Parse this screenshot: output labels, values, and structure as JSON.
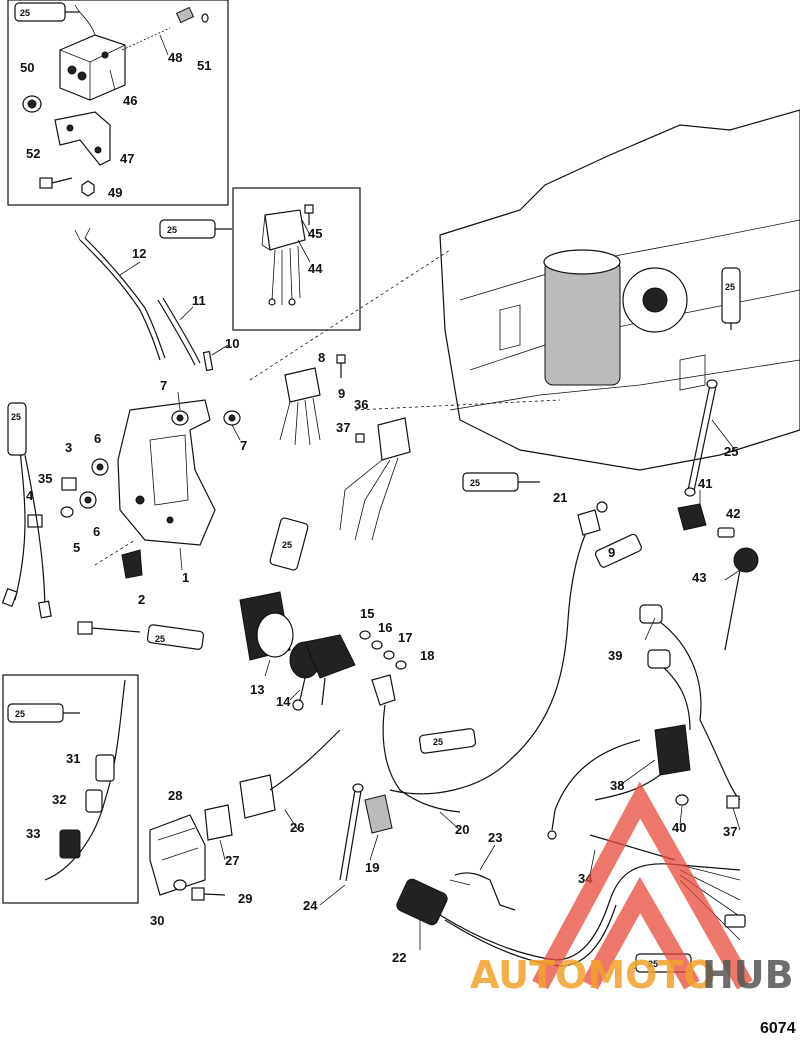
{
  "diagram": {
    "figure_code": "6074",
    "tube_label": "25",
    "callouts": [
      {
        "id": "c25a",
        "text": "25"
      },
      {
        "id": "c48",
        "text": "48"
      },
      {
        "id": "c51",
        "text": "51"
      },
      {
        "id": "c50",
        "text": "50"
      },
      {
        "id": "c46",
        "text": "46"
      },
      {
        "id": "c52",
        "text": "52"
      },
      {
        "id": "c47",
        "text": "47"
      },
      {
        "id": "c49",
        "text": "49"
      },
      {
        "id": "c45",
        "text": "45"
      },
      {
        "id": "c44",
        "text": "44"
      },
      {
        "id": "c12",
        "text": "12"
      },
      {
        "id": "c11",
        "text": "11"
      },
      {
        "id": "c10",
        "text": "10"
      },
      {
        "id": "c8",
        "text": "8"
      },
      {
        "id": "c9",
        "text": "9"
      },
      {
        "id": "c36",
        "text": "36"
      },
      {
        "id": "c37a",
        "text": "37"
      },
      {
        "id": "c7a",
        "text": "7"
      },
      {
        "id": "c7b",
        "text": "7"
      },
      {
        "id": "c3",
        "text": "3"
      },
      {
        "id": "c6a",
        "text": "6"
      },
      {
        "id": "c35",
        "text": "35"
      },
      {
        "id": "c4",
        "text": "4"
      },
      {
        "id": "c5",
        "text": "5"
      },
      {
        "id": "c6b",
        "text": "6"
      },
      {
        "id": "c1",
        "text": "1"
      },
      {
        "id": "c2",
        "text": "2"
      },
      {
        "id": "c25b",
        "text": "25"
      },
      {
        "id": "c21",
        "text": "21"
      },
      {
        "id": "c41",
        "text": "41"
      },
      {
        "id": "c42",
        "text": "42"
      },
      {
        "id": "c9b",
        "text": "9"
      },
      {
        "id": "c43",
        "text": "43"
      },
      {
        "id": "c15",
        "text": "15"
      },
      {
        "id": "c16",
        "text": "16"
      },
      {
        "id": "c17",
        "text": "17"
      },
      {
        "id": "c18",
        "text": "18"
      },
      {
        "id": "c13",
        "text": "13"
      },
      {
        "id": "c14",
        "text": "14"
      },
      {
        "id": "c39",
        "text": "39"
      },
      {
        "id": "c31",
        "text": "31"
      },
      {
        "id": "c32",
        "text": "32"
      },
      {
        "id": "c33",
        "text": "33"
      },
      {
        "id": "c28",
        "text": "28"
      },
      {
        "id": "c26",
        "text": "26"
      },
      {
        "id": "c20",
        "text": "20"
      },
      {
        "id": "c38",
        "text": "38"
      },
      {
        "id": "c40",
        "text": "40"
      },
      {
        "id": "c37b",
        "text": "37"
      },
      {
        "id": "c27",
        "text": "27"
      },
      {
        "id": "c23",
        "text": "23"
      },
      {
        "id": "c19",
        "text": "19"
      },
      {
        "id": "c34",
        "text": "34"
      },
      {
        "id": "c29",
        "text": "29"
      },
      {
        "id": "c30",
        "text": "30"
      },
      {
        "id": "c24",
        "text": "24"
      },
      {
        "id": "c22",
        "text": "22"
      }
    ]
  },
  "watermark": {
    "part1": "AUTOMOTO",
    "part2": "HUB",
    "color1": "#f3a12b",
    "color2": "#555555",
    "triangle_color": "#e8493a"
  }
}
